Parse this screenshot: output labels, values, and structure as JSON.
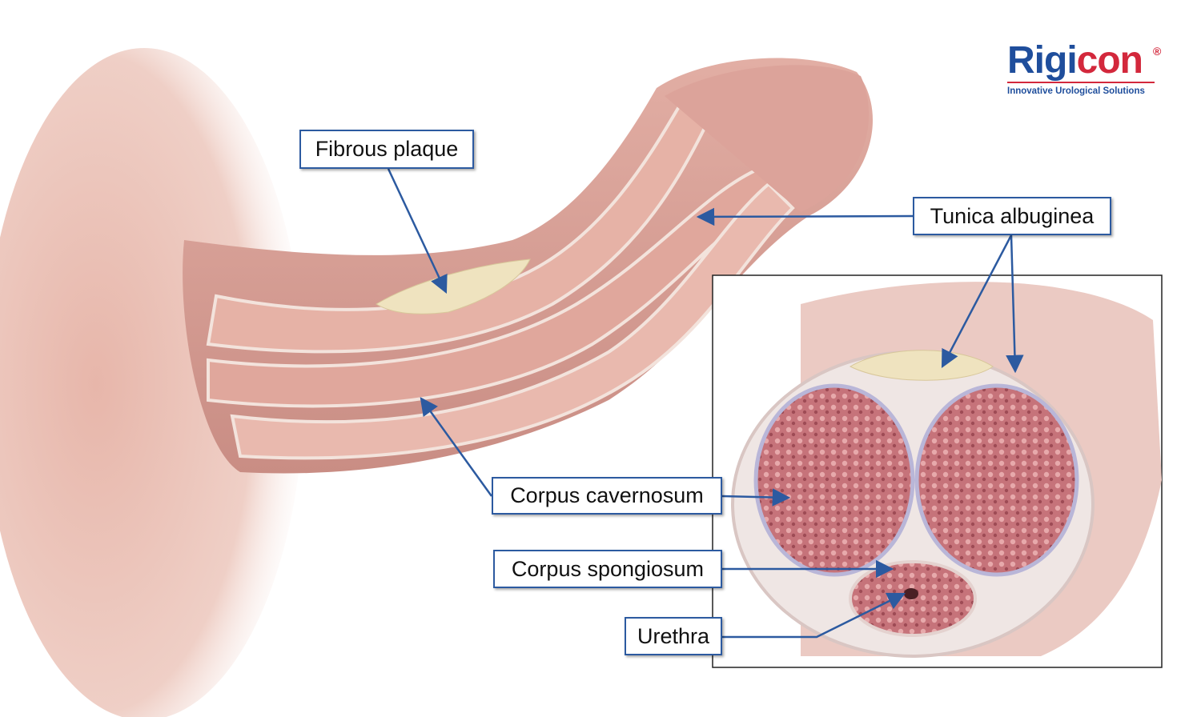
{
  "logo": {
    "brand_part1": "Rigi",
    "brand_part2": "con",
    "registered": "®",
    "tagline": "Innovative Urological Solutions"
  },
  "labels": {
    "fibrous_plaque": "Fibrous plaque",
    "tunica_albuginea": "Tunica albuginea",
    "corpus_cavernosum": "Corpus cavernosum",
    "corpus_spongiosum": "Corpus spongiosum",
    "urethra": "Urethra"
  },
  "colors": {
    "label_border": "#2c5aa0",
    "arrow": "#2c5aa0",
    "tissue": "#d89a92",
    "plaque": "#efe3bf",
    "brand_blue": "#1f4e9c",
    "brand_red": "#d3283c"
  }
}
